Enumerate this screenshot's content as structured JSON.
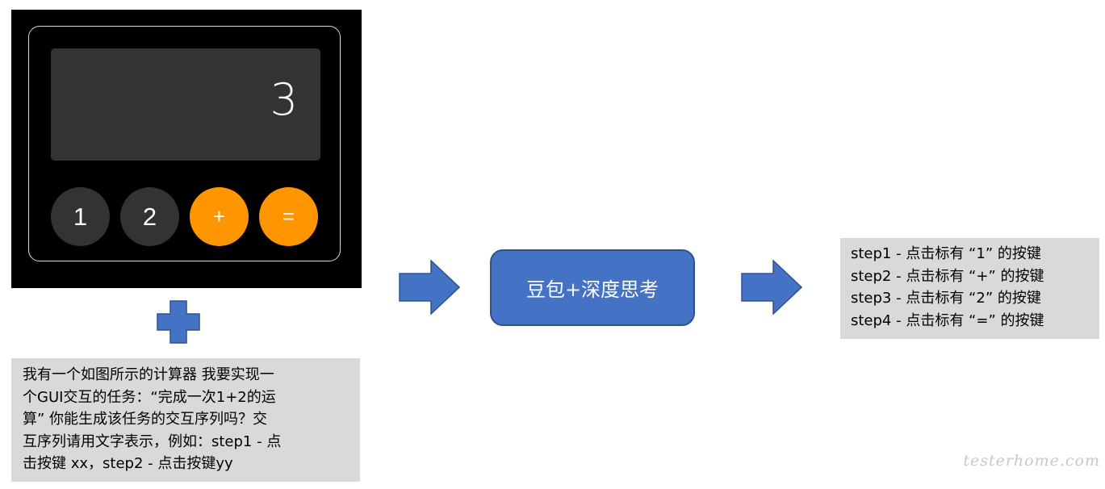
{
  "calculator": {
    "display": "3",
    "buttons": [
      {
        "label": "1",
        "kind": "number"
      },
      {
        "label": "2",
        "kind": "number"
      },
      {
        "label": "+",
        "kind": "operator"
      },
      {
        "label": "=",
        "kind": "operator"
      }
    ],
    "colors": {
      "frame": "#000000",
      "display": "#333333",
      "number_button": "#333333",
      "operator_button": "#ff9500"
    }
  },
  "prompt": {
    "lines": [
      "我有一个如图所示的计算器 我要实现一",
      "个GUI交互的任务：“完成一次1+2的运",
      "算” 你能生成该任务的交互序列吗？交",
      "互序列请用文字表示，例如：step1 - 点",
      "击按键 xx，step2 - 点击按键yy"
    ]
  },
  "model_box": {
    "label": "豆包+深度思考",
    "color": "#4472c4"
  },
  "steps": [
    "step1 - 点击标有 “1” 的按键",
    "step2 - 点击标有 “+” 的按键",
    "step3 - 点击标有 “2” 的按键",
    "step4 - 点击标有 “=” 的按键"
  ],
  "icons": {
    "plus": "plus-icon",
    "arrow": "right-arrow-icon"
  },
  "watermark": "testerhome.com"
}
